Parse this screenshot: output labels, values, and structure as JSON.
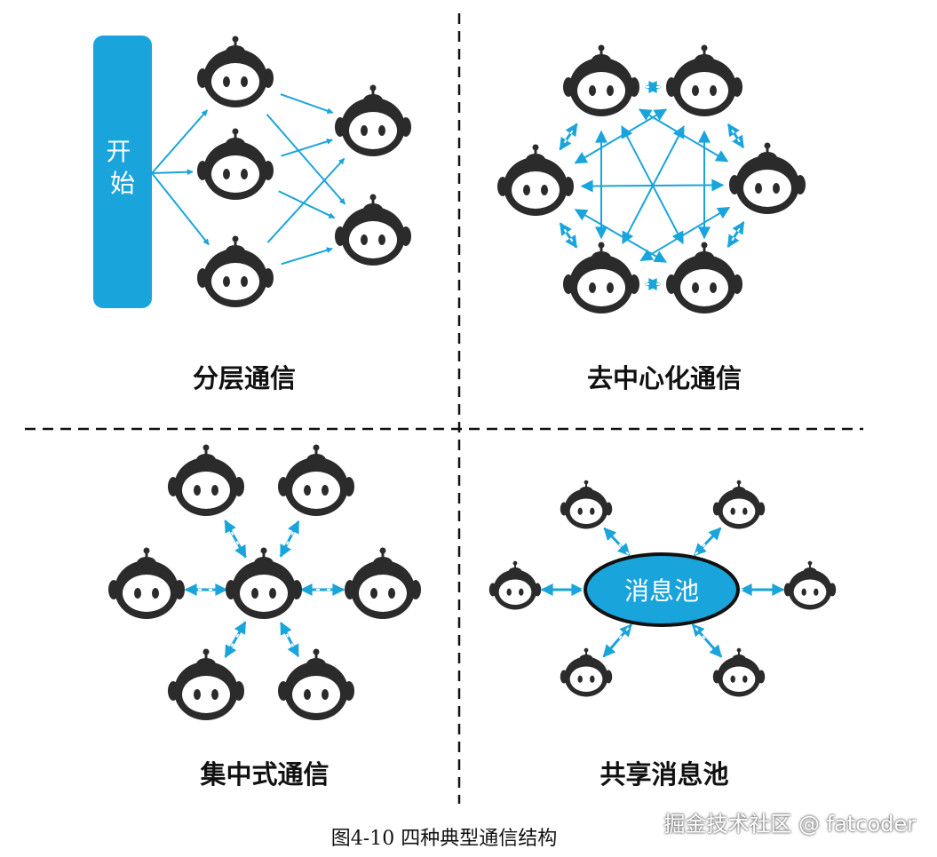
{
  "colors": {
    "accent": "#1aa4dc",
    "robot": "#2b2b2b",
    "divider": "#111111",
    "background": "#ffffff"
  },
  "icons": {
    "agent": "robot-head-icon"
  },
  "panels": {
    "hierarchical": {
      "title": "分层通信",
      "start_label": "开始"
    },
    "decentralized": {
      "title": "去中心化通信"
    },
    "centralized": {
      "title": "集中式通信"
    },
    "shared_pool": {
      "title": "共享消息池",
      "pool_label": "消息池"
    }
  },
  "caption": "图4-10 四种典型通信结构",
  "watermark": "掘金技术社区 @ fatcoder"
}
